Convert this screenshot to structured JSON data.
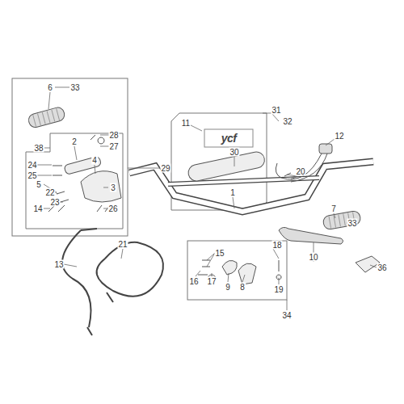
{
  "diagram": {
    "labels": [
      "6",
      "33",
      "38",
      "2",
      "28",
      "27",
      "29",
      "4",
      "24",
      "25",
      "5",
      "22",
      "23",
      "14",
      "3",
      "26",
      "11",
      "31",
      "32",
      "12",
      "ycf",
      "30",
      "1",
      "20",
      "7",
      "33",
      "13",
      "21",
      "15",
      "18",
      "16",
      "17",
      "9",
      "8",
      "19",
      "10",
      "34",
      "36"
    ]
  }
}
